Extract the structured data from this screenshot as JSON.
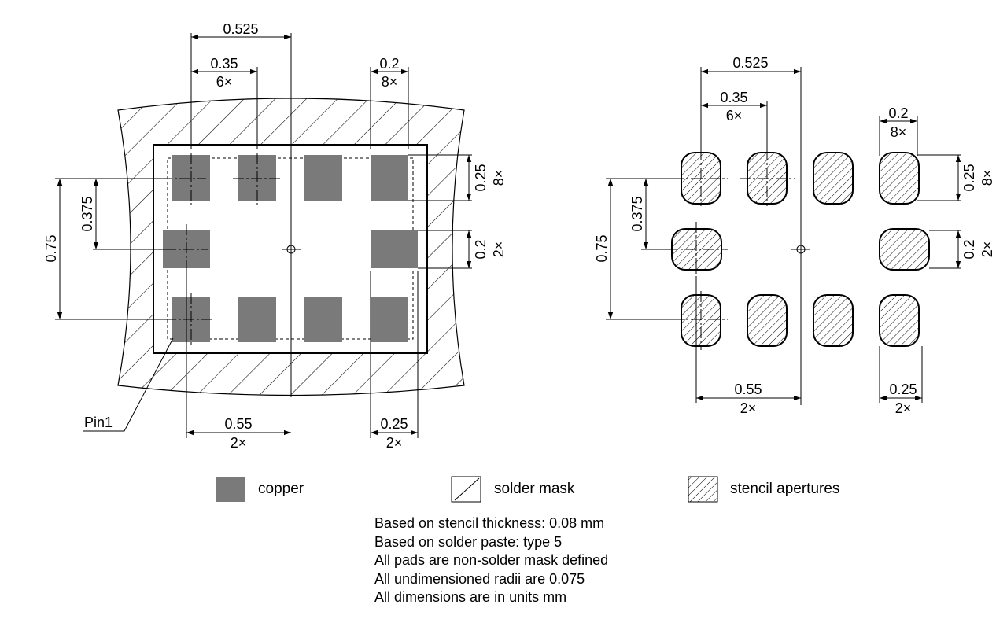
{
  "colors": {
    "copper": "#7a7a7a",
    "line": "#000000",
    "background": "#ffffff"
  },
  "left_view": {
    "dims": {
      "pitch_x": "0.525",
      "pad_w": "0.35",
      "pad_w_count": "6×",
      "pad_w_small": "0.2",
      "pad_w_small_count": "8×",
      "pad_h": "0.25",
      "pad_h_count": "8×",
      "side_pad_h": "0.2",
      "side_pad_h_count": "2×",
      "row_span": "0.75",
      "half_row": "0.375",
      "col_span": "0.55",
      "col_span_count": "2×",
      "side_w": "0.25",
      "side_w_count": "2×"
    },
    "pin_label": "Pin1"
  },
  "right_view": {
    "dims": {
      "pitch_x": "0.525",
      "pad_w": "0.35",
      "pad_w_count": "6×",
      "pad_w_small": "0.2",
      "pad_w_small_count": "8×",
      "pad_h": "0.25",
      "pad_h_count": "8×",
      "side_pad_h": "0.2",
      "side_pad_h_count": "2×",
      "row_span": "0.75",
      "half_row": "0.375",
      "col_span": "0.55",
      "col_span_count": "2×",
      "side_w": "0.25",
      "side_w_count": "2×"
    }
  },
  "legend": {
    "copper": "copper",
    "solder_mask": "solder mask",
    "stencil": "stencil apertures"
  },
  "notes": [
    "Based on stencil thickness: 0.08 mm",
    "Based on solder paste: type 5",
    "All pads are non-solder mask defined",
    "All undimensioned radii are 0.075",
    "All dimensions are in units mm"
  ]
}
